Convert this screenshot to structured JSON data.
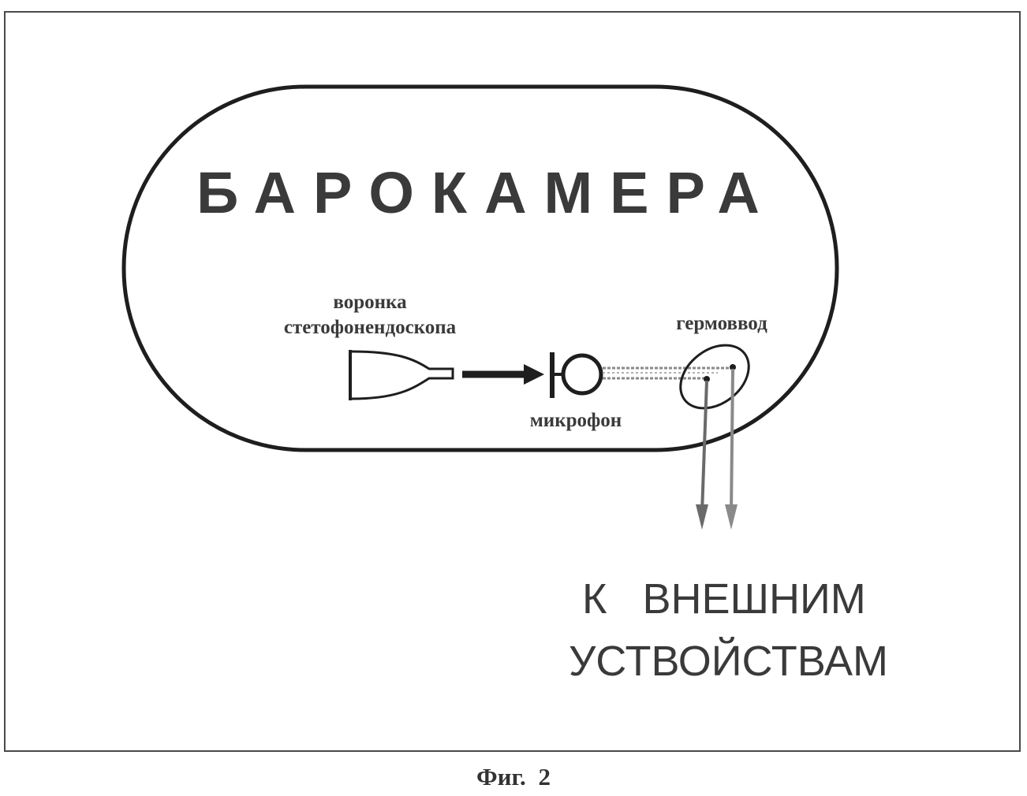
{
  "diagram": {
    "chamber_title": "БАРОКАМЕРА",
    "funnel_label_line1": "воронка",
    "funnel_label_line2": "стетофонендоскопа",
    "hermetic_label": "гермоввод",
    "microphone_label": "микрофон",
    "external_line1": "К   ВНЕШНИМ",
    "external_line2": "УСТВОЙСТВАМ"
  },
  "caption": "Фиг.  2",
  "colors": {
    "line": "#1e1e1e",
    "wire": "#7a7a7a",
    "text": "#3a3a3a"
  }
}
